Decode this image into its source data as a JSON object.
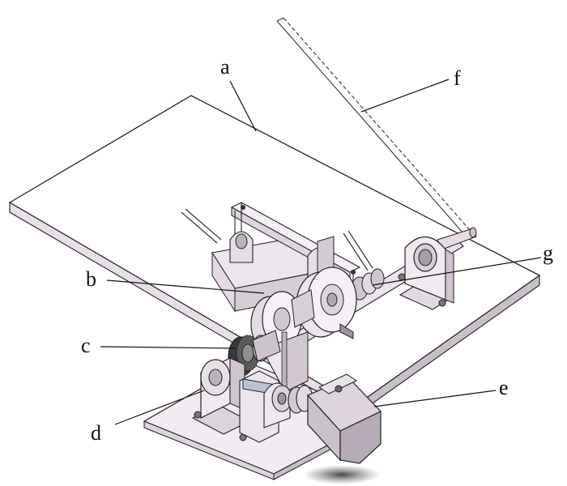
{
  "labels": {
    "a": "a",
    "b": "b",
    "c": "c",
    "d": "d",
    "e": "e",
    "f": "f",
    "g": "g"
  },
  "colors": {
    "metal_light": "#efe8ef",
    "metal_mid": "#d9cfd9",
    "metal_dark": "#b9adb9",
    "plate_side": "#c9bfc9",
    "line": "#222222",
    "motor": "#d6ccd6",
    "shadow": "#555555"
  }
}
